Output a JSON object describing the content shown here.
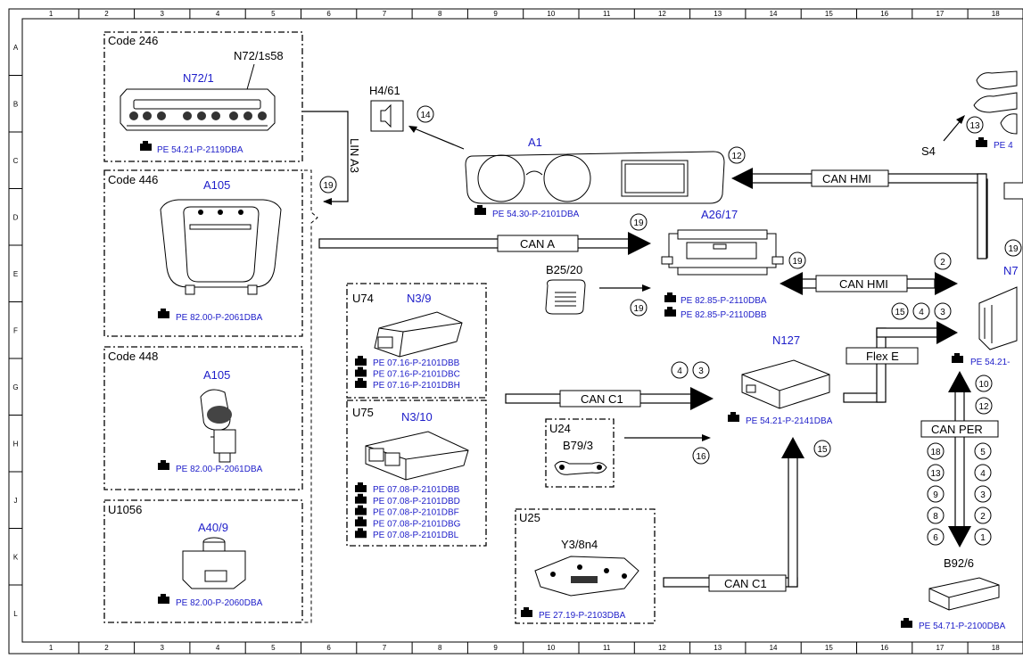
{
  "grid": {
    "columns": [
      "1",
      "2",
      "3",
      "4",
      "5",
      "6",
      "7",
      "8",
      "9",
      "10",
      "11",
      "12",
      "13",
      "14",
      "15",
      "16",
      "17",
      "18"
    ],
    "rows": [
      "A",
      "B",
      "C",
      "D",
      "E",
      "F",
      "G",
      "H",
      "J",
      "K",
      "L"
    ]
  },
  "boxes": {
    "code246": "Code 246",
    "code446": "Code 446",
    "code448": "Code 448",
    "u1056": "U1056",
    "u74": "U74",
    "u75": "U75",
    "u24": "U24",
    "u25": "U25"
  },
  "components": {
    "n72_1": "N72/1",
    "n72_1s58": "N72/1s58",
    "a105_446": "A105",
    "a105_448": "A105",
    "a40_9": "A40/9",
    "h4_61": "H4/61",
    "a1": "A1",
    "a26_17": "A26/17",
    "b25_20": "B25/20",
    "n3_9": "N3/9",
    "n3_10": "N3/10",
    "b79_3": "B79/3",
    "y3_8n4": "Y3/8n4",
    "n127": "N127",
    "s4": "S4",
    "b92_6": "B92/6",
    "n7_partial": "N7"
  },
  "buses": {
    "lin_a3": "LIN A3",
    "can_a": "CAN A",
    "can_hmi_top": "CAN HMI",
    "can_hmi_mid": "CAN HMI",
    "can_c1_mid": "CAN C1",
    "can_c1_bottom": "CAN C1",
    "flex_e": "Flex E",
    "can_per": "CAN PER"
  },
  "refs": {
    "n72_1": "PE 54.21-P-2119DBA",
    "a105_446": "PE 82.00-P-2061DBA",
    "a105_448": "PE 82.00-P-2061DBA",
    "a40_9": "PE 82.00-P-2060DBA",
    "a1": "PE 54.30-P-2101DBA",
    "a26_17_a": "PE 82.85-P-2110DBA",
    "a26_17_b": "PE 82.85-P-2110DBB",
    "n3_9": [
      "PE 07.16-P-2101DBB",
      "PE 07.16-P-2101DBC",
      "PE 07.16-P-2101DBH"
    ],
    "n3_10": [
      "PE 07.08-P-2101DBB",
      "PE 07.08-P-2101DBD",
      "PE 07.08-P-2101DBF",
      "PE 07.08-P-2101DBG",
      "PE 07.08-P-2101DBL"
    ],
    "n127": "PE 54.21-P-2141DBA",
    "y3_8n4": "PE 27.19-P-2103DBA",
    "b92_6": "PE 54.71-P-2100DBA",
    "s4_partial": "PE 4",
    "n7_partial": "PE 54.21-"
  },
  "callouts": {
    "c14": "14",
    "c19a": "19",
    "c12": "12",
    "c19b": "19",
    "c19c": "19",
    "c19d": "19",
    "c2": "2",
    "c15a": "15",
    "c4a": "4",
    "c3a": "3",
    "c4b": "4",
    "c3b": "3",
    "c16": "16",
    "c15b": "15",
    "c10": "10",
    "c12b": "12",
    "c13s4": "13",
    "c19e": "19",
    "can_per_left": [
      "18",
      "13",
      "9",
      "8",
      "6"
    ],
    "can_per_right": [
      "5",
      "4",
      "3",
      "2",
      "1"
    ]
  }
}
